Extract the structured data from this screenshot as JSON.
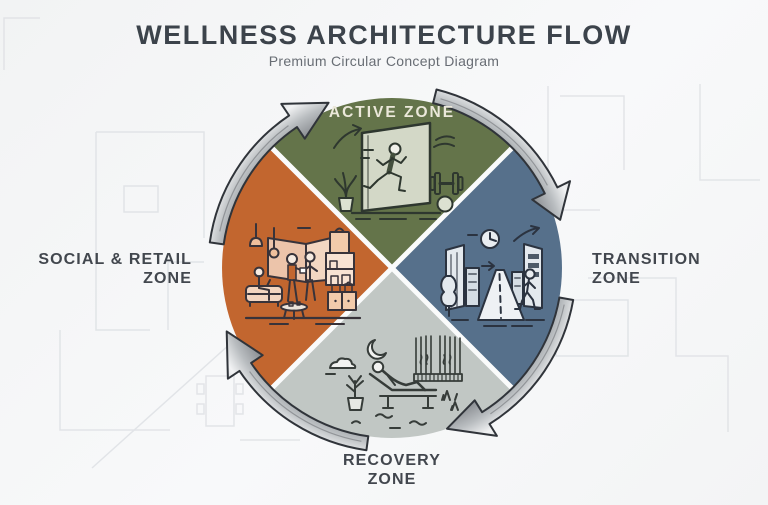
{
  "header": {
    "title": "WELLNESS ARCHITECTURE FLOW",
    "subtitle": "Premium Circular Concept Diagram"
  },
  "diagram": {
    "flow_direction": "clockwise",
    "arrow_color": "#c9cbcd",
    "zones": {
      "active": {
        "label": "ACTIVE ZONE",
        "color": "#64744a",
        "icon": "treadmill-runner-icon"
      },
      "transition": {
        "line1": "TRANSITION",
        "line2": "ZONE",
        "color": "#56708b",
        "icon": "city-walkway-clock-icon"
      },
      "recovery": {
        "line1": "RECOVERY",
        "line2": "ZONE",
        "color": "#c1c7c4",
        "icon": "sun-lounger-relax-icon"
      },
      "social": {
        "line1": "SOCIAL & RETAIL",
        "line2": "ZONE",
        "color": "#c2662f",
        "icon": "lounge-retail-people-icon"
      }
    }
  }
}
